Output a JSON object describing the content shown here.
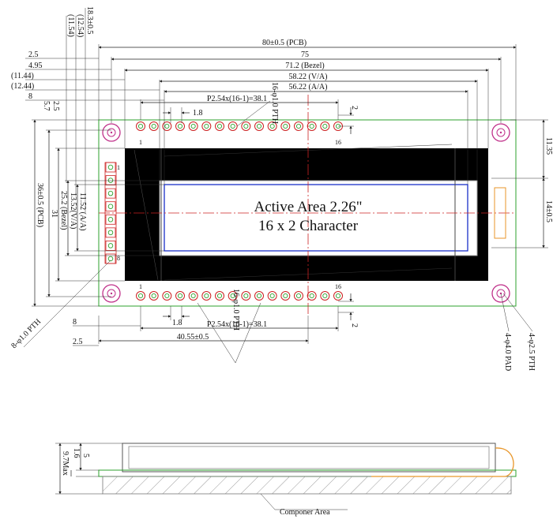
{
  "title_area": "Active Area 2.26\"",
  "title_char": "16 x 2 Character",
  "top_dims": {
    "pcb_w": "80±0.5 (PCB)",
    "hole_span": "75",
    "bezel_w": "71.2 (Bezel)",
    "va_w": "58.22 (V/A)",
    "aa_w": "56.22 (A/A)",
    "pitch_top": "P2.54x(16-1)=38.1",
    "pth_top": "16-φ1.0 PTH",
    "pin_off": "1.8",
    "pin_row_h": "2",
    "pin_first": "1",
    "pin_last": "16"
  },
  "left_dims": {
    "d2_5": "2.5",
    "d4_95": "4.95",
    "d11_44": "(11.44)",
    "d12_44": "(12.44)",
    "d8": "8",
    "d18_3": "18.3±0.5",
    "d12_54": "(12.54)",
    "d11_54": "(11.54)",
    "d5_7": "5.7",
    "d2_5b": "2.5",
    "aa_h": "11.52 (A/A)",
    "va_h": "13.52(V/A)",
    "bezel_h": "25.2 (Bezel)",
    "h31": "31",
    "pcb_h": "36±0.5 (PCB)",
    "hole_left": "8-φ1.0 PTH",
    "side_pin_1": "1",
    "side_pin_8": "8"
  },
  "right_dims": {
    "r11_35": "11.35",
    "r14": "14±0.5",
    "pad": "4-φ4.0 PAD",
    "pth": "4-φ2.5 PTH"
  },
  "bottom_dims": {
    "d8": "8",
    "d2_5": "2.5",
    "pin_off": "1.8",
    "pitch_bot": "P2.54x(16-1)=38.1",
    "pth_bot": "16-φ1.0 PTH",
    "d40_55": "40.55±0.5",
    "pin_row_h": "2",
    "pin_first": "1",
    "pin_last": "16"
  },
  "side_view": {
    "max_h": "9.7Max",
    "h5": "5",
    "h1_6": "1.6",
    "label": "Componer Area"
  },
  "colors": {
    "pcb_line": "#2ca02c",
    "pin_ring": "#cc2222",
    "mount_ring": "#c0308a",
    "va_line": "#1a30c8",
    "centerline": "#cc2222",
    "flex": "#e8962a",
    "component_hatch": "#999999",
    "bezel": "#000000"
  }
}
